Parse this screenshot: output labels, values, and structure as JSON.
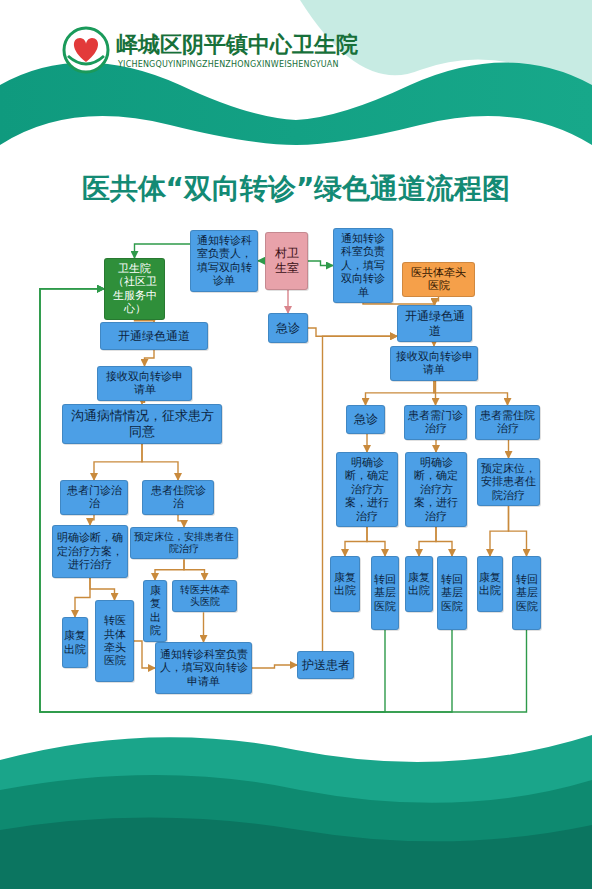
{
  "diagram": {
    "title": "医共体“双向转诊”绿色通道流程图",
    "nodes": [
      {
        "text": [
          "通知转诊科室负责人，填写双向转诊单"
        ]
      },
      {
        "text": [
          "村卫生室"
        ]
      },
      {
        "text": [
          "通知转诊科室负责人，填写双向转诊单"
        ]
      },
      {
        "text": [
          "卫生院（社区卫生服务中心）"
        ]
      },
      {
        "text": [
          "医共体牵头医院"
        ]
      },
      {
        "text": [
          "急诊"
        ]
      },
      {
        "text": [
          "开通绿色通道"
        ]
      },
      {
        "text": [
          "开通绿色通道"
        ]
      },
      {
        "text": [
          "接收双向转诊申请单"
        ]
      },
      {
        "text": [
          "接收双向转诊申请单"
        ]
      },
      {
        "text": [
          "沟通病情情况，征求患方同意"
        ]
      },
      {
        "text": [
          "急诊"
        ]
      },
      {
        "text": [
          "患者需门诊治疗"
        ]
      },
      {
        "text": [
          "患者需住院治疗"
        ]
      },
      {
        "text": [
          "患者门诊治治"
        ]
      },
      {
        "text": [
          "患者住院诊治"
        ]
      },
      {
        "text": [
          "明确诊断，确定治疗方案，进行治疗"
        ]
      },
      {
        "text": [
          "明确诊断，确定治疗方案，进行治疗"
        ]
      },
      {
        "text": [
          "预定床位，安排患者住院治疗"
        ]
      },
      {
        "text": [
          "明确诊断，确定治疗方案，进行治疗"
        ]
      },
      {
        "text": [
          "预定床位，安排患者住院治疗"
        ]
      },
      {
        "text": [
          "康复出院"
        ]
      },
      {
        "text": [
          "转医共体牵头医院"
        ]
      },
      {
        "text": [
          "康复出院"
        ]
      },
      {
        "text": [
          "转回基层医院"
        ]
      },
      {
        "text": [
          "康复出院"
        ]
      },
      {
        "text": [
          "转回基层医院"
        ]
      },
      {
        "text": [
          "康复出院"
        ]
      },
      {
        "text": [
          "转回基层医院"
        ]
      },
      {
        "text": [
          "康复出院"
        ]
      },
      {
        "text": [
          "转医共体牵头医院"
        ]
      },
      {
        "text": [
          "通知转诊科室负责人，填写双向转诊申请单"
        ]
      },
      {
        "text": [
          "护送患者"
        ]
      }
    ],
    "edges": [
      {
        "from": 1,
        "to": 0,
        "arrow": "to"
      },
      {
        "from": 1,
        "to": 2,
        "arrow": "to"
      },
      {
        "from": 1,
        "to": 5,
        "arrow": "to"
      },
      {
        "from": 0,
        "to": 3,
        "arrow": "to"
      },
      {
        "from": 3,
        "to": 6,
        "arrow": "to"
      },
      {
        "from": 2,
        "to": 7,
        "arrow": "to"
      },
      {
        "from": 4,
        "to": 7,
        "arrow": "to"
      },
      {
        "from": 5,
        "to": 7,
        "arrow": "to"
      },
      {
        "from": 7,
        "to": 8,
        "arrow": "to"
      },
      {
        "from": 6,
        "to": 9,
        "arrow": "to"
      },
      {
        "from": 9,
        "to": 10,
        "arrow": "to"
      },
      {
        "from": 8,
        "to": 11,
        "arrow": "to"
      },
      {
        "from": 8,
        "to": 12,
        "arrow": "to"
      },
      {
        "from": 8,
        "to": 13,
        "arrow": "to"
      },
      {
        "from": 10,
        "to": 14,
        "arrow": "to"
      },
      {
        "from": 10,
        "to": 15,
        "arrow": "to"
      },
      {
        "from": 11,
        "to": 16,
        "arrow": "to"
      },
      {
        "from": 12,
        "to": 17,
        "arrow": "to"
      },
      {
        "from": 13,
        "to": 18,
        "arrow": "to"
      },
      {
        "from": 14,
        "to": 19,
        "arrow": "to"
      },
      {
        "from": 15,
        "to": 20,
        "arrow": "to"
      },
      {
        "from": 16,
        "to": 23,
        "arrow": "to"
      },
      {
        "from": 16,
        "to": 24,
        "arrow": "to"
      },
      {
        "from": 17,
        "to": 25,
        "arrow": "to"
      },
      {
        "from": 17,
        "to": 26,
        "arrow": "to"
      },
      {
        "from": 18,
        "to": 27,
        "arrow": "to"
      },
      {
        "from": 18,
        "to": 28,
        "arrow": "to"
      },
      {
        "from": 19,
        "to": 29,
        "arrow": "to"
      },
      {
        "from": 19,
        "to": 30,
        "arrow": "to"
      },
      {
        "from": 20,
        "to": 21,
        "arrow": "to"
      },
      {
        "from": 20,
        "to": 22,
        "arrow": "to"
      },
      {
        "from": 22,
        "to": 31,
        "arrow": "to"
      },
      {
        "from": 30,
        "to": 31,
        "arrow": "to"
      },
      {
        "from": 31,
        "to": 32,
        "arrow": "to"
      },
      {
        "from": 32,
        "to": 7,
        "arrow": "to"
      },
      {
        "from": 24,
        "to": 3,
        "arrow": "to"
      },
      {
        "from": 26,
        "to": 3,
        "arrow": "to"
      },
      {
        "from": 28,
        "to": 3,
        "arrow": "to"
      }
    ],
    "labels": [
      "峄城区阴平镇中心卫生院",
      "YICHENGQUYINPINGZHENZHONGXINWEISHENGYUAN"
    ]
  }
}
